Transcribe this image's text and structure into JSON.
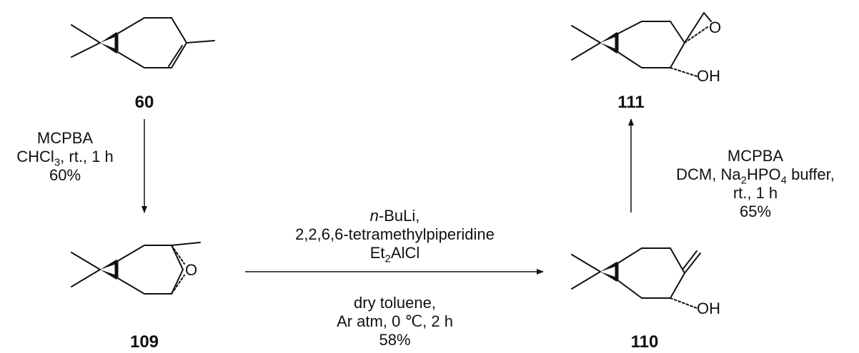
{
  "compounds": {
    "c60": {
      "label": "60"
    },
    "c109": {
      "label": "109",
      "oxygen": "O"
    },
    "c110": {
      "label": "110",
      "hydroxyl": "OH"
    },
    "c111": {
      "label": "111",
      "oxygen": "O",
      "hydroxyl": "OH"
    }
  },
  "steps": {
    "step1": {
      "line1": "MCPBA",
      "line2_pre": "CHCl",
      "line2_sub": "3",
      "line2_post": ", rt., 1 h",
      "line3": "60%"
    },
    "step2": {
      "line1_italic": "n",
      "line1_rest": "-BuLi,",
      "line2": "2,2,6,6-tetramethylpiperidine",
      "line3_pre": "Et",
      "line3_sub": "2",
      "line3_post": "AlCl",
      "line4": "dry toluene,",
      "line5": "Ar atm, 0 ℃, 2 h",
      "line6": "58%"
    },
    "step3": {
      "line1": "MCPBA",
      "line2_pre": "DCM, Na",
      "line2_sub1": "2",
      "line2_mid": "HPO",
      "line2_sub2": "4",
      "line2_post": " buffer,",
      "line3": "rt., 1 h",
      "line4": "65%"
    }
  },
  "colors": {
    "ink": "#111111",
    "background": "#ffffff"
  }
}
